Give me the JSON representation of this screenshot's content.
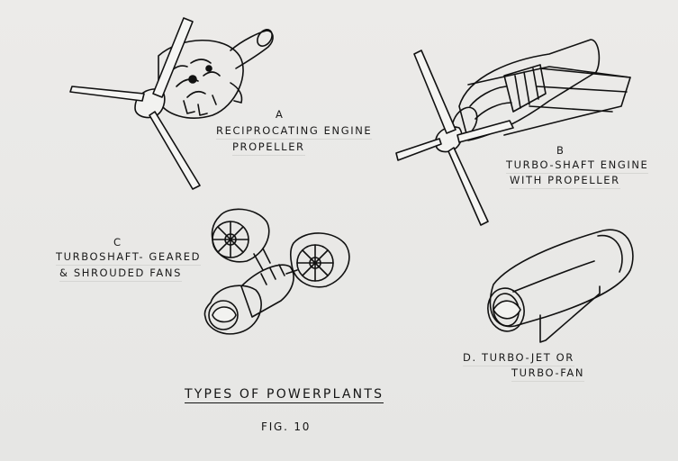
{
  "labels": {
    "a_letter": "A",
    "a_line1": "Reciprocating Engine",
    "a_line2": "Propeller",
    "b_letter": "B",
    "b_line1": "Turbo-Shaft Engine",
    "b_line2": "With Propeller",
    "c_letter": "C",
    "c_line1": "Turboshaft- Geared",
    "c_line2": "& Shrouded Fans",
    "d_line1": "D.  Turbo-Jet or",
    "d_line2": "Turbo-Fan"
  },
  "title": "TYPES OF POWERPLANTS",
  "figure": "FIG. 10"
}
